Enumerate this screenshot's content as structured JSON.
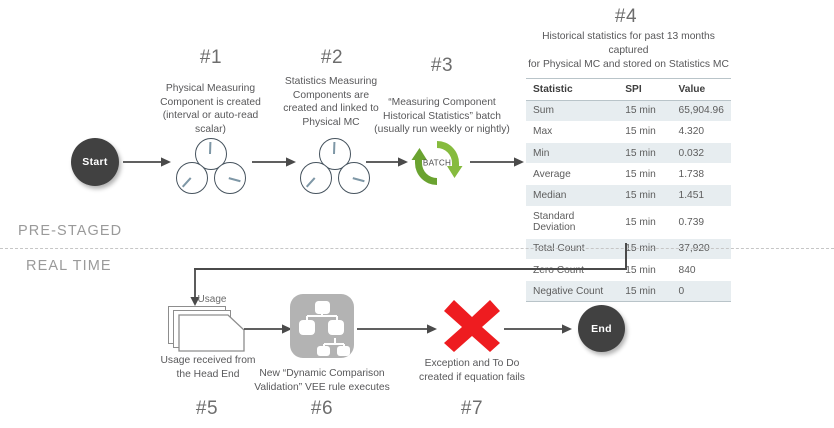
{
  "bands": {
    "prestaged": "PRE-STAGED",
    "realtime": "REAL TIME"
  },
  "nodes": {
    "start": "Start",
    "end": "End",
    "batch": "BATCH",
    "usage": "Usage"
  },
  "steps": [
    {
      "number": "#1",
      "caption": "Physical Measuring Component is created (interval  or auto-read scalar)",
      "icon": "meter-cluster-icon"
    },
    {
      "number": "#2",
      "caption": "Statistics Measuring Components are created and linked to Physical MC",
      "icon": "meter-cluster-icon"
    },
    {
      "number": "#3",
      "caption": "“Measuring Component Historical Statistics” batch (usually run weekly or nightly)",
      "icon": "batch-recycle-icon"
    },
    {
      "number": "#4",
      "caption": "Historical statistics for past 13 months captured for Physical MC and stored on Statistics MC",
      "icon": "statistics-table"
    },
    {
      "number": "#5",
      "caption": "Usage received from the Head End",
      "icon": "document-stack-icon"
    },
    {
      "number": "#6",
      "caption": "New “Dynamic Comparison Validation” VEE rule executes",
      "icon": "vee-rule-icon"
    },
    {
      "number": "#7",
      "caption": "Exception and To Do created if equation fails",
      "icon": "red-x-icon"
    }
  ],
  "table": {
    "title_line1": "Historical statistics for past 13 months captured",
    "title_line2": "for Physical MC and stored on Statistics MC",
    "columns": [
      "Statistic",
      "SPI",
      "Value"
    ],
    "rows": [
      [
        "Sum",
        "15 min",
        "65,904.96"
      ],
      [
        "Max",
        "15 min",
        "4.320"
      ],
      [
        "Min",
        "15 min",
        "0.032"
      ],
      [
        "Average",
        "15 min",
        "1.738"
      ],
      [
        "Median",
        "15 min",
        "1.451"
      ],
      [
        "Standard Deviation",
        "15 min",
        "0.739"
      ],
      [
        "Total Count",
        "15 min",
        "37,920"
      ],
      [
        "Zero Count",
        "15 min",
        "840"
      ],
      [
        "Negative Count",
        "15 min",
        "0"
      ]
    ]
  },
  "colors": {
    "node_dark": "#414141",
    "batch_green": "#79b12f",
    "error_red": "#ee1c20",
    "vee_gray": "#b3b3b3",
    "band_gray": "#9a9a9a",
    "table_row_alt": "#e7edf0",
    "table_rule": "#b9c4c9",
    "connector": "#4a4a4a"
  }
}
